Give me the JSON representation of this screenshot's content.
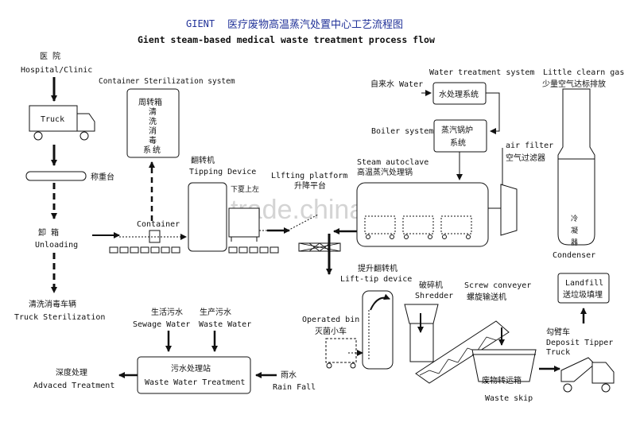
{
  "title": {
    "brand": "GIENT",
    "cn": "医疗废物高温蒸汽处置中心工艺流程图",
    "en": "Gient steam-based medical waste treatment process flow"
  },
  "watermark": "trade.china.cn",
  "nodes": {
    "hospital": {
      "cn": "医 院",
      "en": "Hospital/Clinic"
    },
    "truck": {
      "en": "Truck"
    },
    "scale": {
      "cn": "称重台"
    },
    "unloading": {
      "cn": "卸 箱",
      "en": "Unloading"
    },
    "truck_sterilization": {
      "cn": "清洗消毒车辆",
      "en": "Truck Sterilization"
    },
    "container_sterilization": {
      "en": "Container Sterilization system",
      "cn_lines": [
        "周转箱",
        "清",
        "洗",
        "消",
        "毒",
        "系",
        "统"
      ]
    },
    "container": {
      "en": "Container"
    },
    "tipping": {
      "cn": "翻转机",
      "en": "Tipping Device",
      "partial": "下夏上左"
    },
    "lifting": {
      "en": "Llfting platform",
      "cn": "升降平台"
    },
    "water_treatment": {
      "header": "Water treatment system",
      "input": "自来水 Water",
      "box": "水处理系统"
    },
    "boiler": {
      "label": "Boiler system",
      "box_lines": [
        "蒸汽锅炉",
        "系统"
      ]
    },
    "autoclave": {
      "en": "Steam autoclave",
      "cn": "高温蒸汽处理锅"
    },
    "exhaust": {
      "en": "Little clearn gas",
      "cn": "少量空气达标排放"
    },
    "air_filter": {
      "en": "air filter",
      "cn": "空气过滤器"
    },
    "condenser": {
      "cn": "冷凝器",
      "en": "Condenser"
    },
    "lift_tip": {
      "cn": "提升翻转机",
      "en": "Lift-tip device"
    },
    "shredder": {
      "cn": "破碎机",
      "en": "Shredder"
    },
    "screw": {
      "en": "Screw conveyer",
      "cn": "螺旋输送机"
    },
    "operated_bin": {
      "en": "Operated bin",
      "cn": "灭菌小车"
    },
    "landfill": {
      "en": "Landfill",
      "cn": "送垃圾填埋"
    },
    "deposit_truck": {
      "cn": "勾臂车",
      "en_lines": [
        "Deposit Tipper",
        "Truck"
      ]
    },
    "waste_skip": {
      "cn": "废物转运箱",
      "en": "Waste skip"
    },
    "sewage": {
      "cn": "生活污水",
      "en": "Sewage Water"
    },
    "waste_water": {
      "cn": "生产污水",
      "en": "Waste Water"
    },
    "wwt": {
      "cn": "污水处理站",
      "en": "Waste Water Treatment"
    },
    "advanced": {
      "cn": "深度处理",
      "en": "Advaced Treatment"
    },
    "rain": {
      "cn": "雨水",
      "en": "Rain Fall"
    }
  }
}
